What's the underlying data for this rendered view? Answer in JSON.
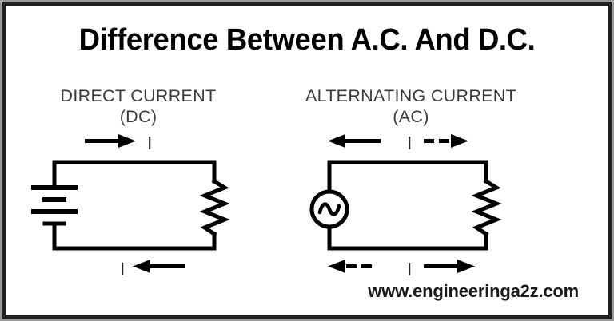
{
  "poster": {
    "title": "Difference Between A.C. And D.C.",
    "watermark": "www.engineeringa2z.com",
    "background_color": "#ffffff",
    "border_color": "#231f20",
    "border_outer_color": "#9b9b9b",
    "ink_color": "#000000",
    "heading_color": "#3a3a3c"
  },
  "diagrams": [
    {
      "id": "dc",
      "heading": "DIRECT CURRENT",
      "subheading": "(DC)",
      "source_symbol": "battery-symbol",
      "load_symbol": "resistor-zigzag",
      "top_current_label": "I",
      "bottom_current_label": "I",
      "top_arrow_direction": "right",
      "top_arrow_style": "solid",
      "bottom_arrow_direction": "left",
      "bottom_arrow_style": "solid",
      "battery_plates": 4
    },
    {
      "id": "ac",
      "heading": "ALTERNATING CURRENT",
      "subheading": "(AC)",
      "source_symbol": "ac-source-sine-circle",
      "load_symbol": "resistor-zigzag",
      "top_current_label": "I",
      "bottom_current_label": "I",
      "top_arrow_direction": "left",
      "top_arrow_style": "solid",
      "top_arrow2_direction": "right",
      "top_arrow2_style": "dashed",
      "bottom_arrow_direction": "left",
      "bottom_arrow_style": "dashed",
      "bottom_arrow2_direction": "right",
      "bottom_arrow2_style": "solid"
    }
  ]
}
